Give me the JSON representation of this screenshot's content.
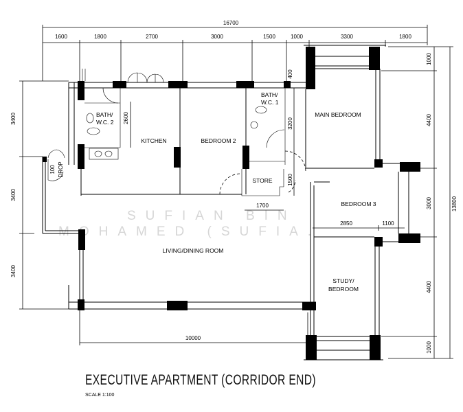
{
  "title": "EXECUTIVE APARTMENT (CORRIDOR END)",
  "scale": "SCALE 1:100",
  "watermark": [
    "SUFIAN BIN",
    "MOHAMED (SUFIA."
  ],
  "dimensions": {
    "top_total": "16700",
    "top_segments": [
      "1600",
      "1800",
      "2700",
      "3000",
      "1500",
      "1000",
      "3300",
      "1800"
    ],
    "right_segments": [
      "1000",
      "4400",
      "3000",
      "4400",
      "1000"
    ],
    "right_total": "13800",
    "left_segments": [
      "3400",
      "3400",
      "3400"
    ],
    "bottom": "10000",
    "bath2_height": "2600",
    "bath1_height": "3200",
    "store_height": "1500",
    "store_width": "1700",
    "wall_offset": "400",
    "bedroom3_width": "2850",
    "bedroom3_ext": "1100",
    "drop": [
      "100",
      "DROP"
    ]
  },
  "rooms": {
    "bath2": [
      "BATH/",
      "W.C. 2"
    ],
    "kitchen": "KITCHEN",
    "bedroom2": "BEDROOM 2",
    "bath1": [
      "BATH/",
      "W.C. 1"
    ],
    "main_bedroom": "MAIN BEDROOM",
    "store": "STORE",
    "bedroom3": "BEDROOM 3",
    "living": "LIVING/DINING ROOM",
    "study": [
      "STUDY/",
      "BEDROOM"
    ]
  }
}
